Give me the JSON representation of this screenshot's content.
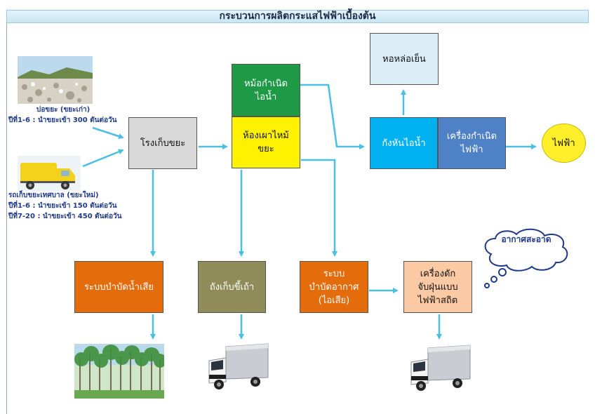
{
  "title": "กระบวนการผลิตกระแสไฟฟ้าเบื้องต้น",
  "colors": {
    "arrow": "#4bbfe3",
    "boiler": "#1e9a47",
    "furnace": "#fff200",
    "sorting": "#d9d9d9",
    "turbine": "#00b0f0",
    "generator": "#4f81c7",
    "cooling": "#dbeef6",
    "electricity": "#ffef2b",
    "orange_box": "#e46c0a",
    "ash": "#8f8c59",
    "precipitator": "#fbc9a4"
  },
  "boxes": {
    "sorting": "โรงเก็บขยะ",
    "boiler": "หม้อกำเนิด\nไอน้ำ",
    "furnace": "ห้องเผาไหม้\nขยะ",
    "cooling_tower": "หอหล่อเย็น",
    "turbine": "กังหันไอน้ำ",
    "generator": "เครื่องกำเนิด\nไฟฟ้า",
    "electricity": "ไฟฟ้า",
    "wastewater": "ระบบบำบัดน้ำเสีย",
    "ash_tank": "ถังเก็บขี้เถ้า",
    "air_treatment": "ระบบ\nบำบัดอากาศ\n(ไอเสีย)",
    "precipitator": "เครื่องดัก\nจับฝุ่นแบบ\nไฟฟ้าสถิต"
  },
  "labels": {
    "landfill_title": "บ่อขยะ  (ขยะเก่า)",
    "landfill_rate": "ปีที่1-6 : นำขยะเข้า   300 ตันต่อวัน",
    "truck_title": "รถเก็บขยะเทศบาล  (ขยะใหม่)",
    "truck_rate_1": "ปีที่1-6  : นำขยะเข้า   150 ตันต่อวัน",
    "truck_rate_2": "ปีที่7-20 : นำขยะเข้า   450 ตันต่อวัน",
    "clean_air": "อากาศสะอาด"
  },
  "icons": [
    "landfill-photo",
    "garbage-truck-photo",
    "forest-photo",
    "ash-truck-icon",
    "dust-truck-icon",
    "thought-cloud-icon"
  ]
}
